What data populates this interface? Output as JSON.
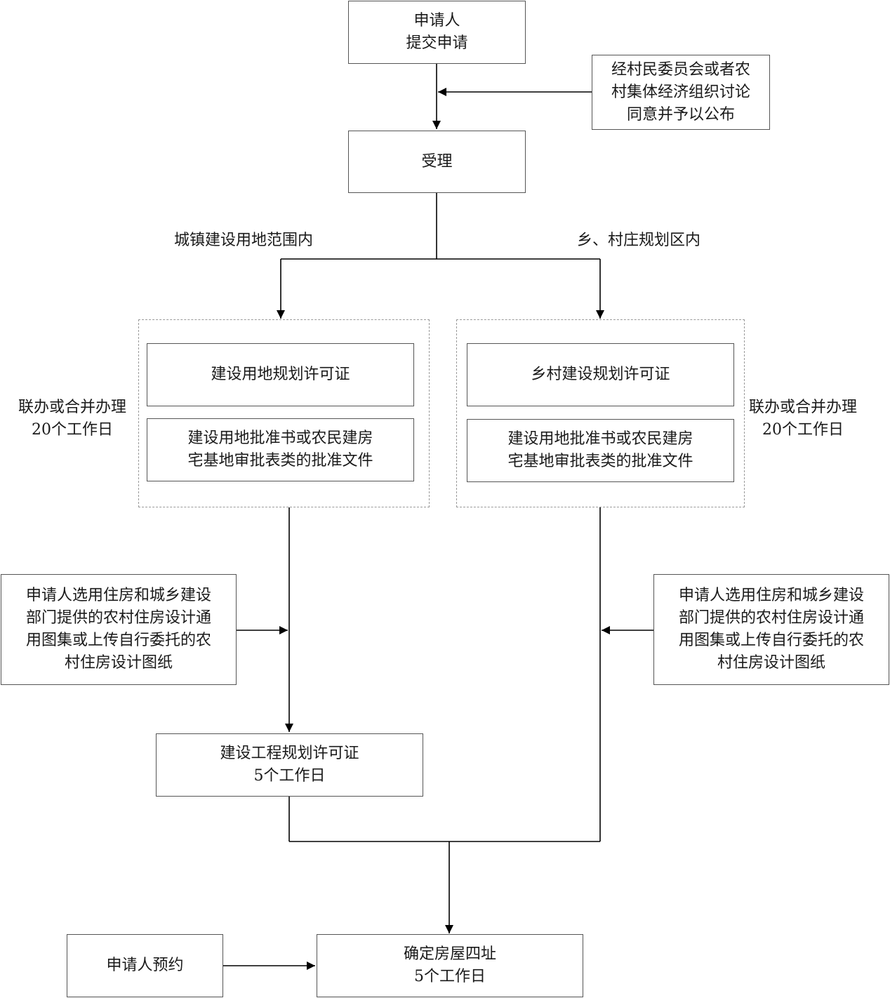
{
  "nodes": {
    "applicant_submit": "申请人\n提交申请",
    "committee_discussion": "经村民委员会或者农\n村集体经济组织讨论\n同意并予以公布",
    "accept": "受理",
    "left_permit": "建设用地规划许可证",
    "left_approval": "建设用地批准书或农民建房\n宅基地审批表类的批准文件",
    "right_permit": "乡村建设规划许可证",
    "right_approval": "建设用地批准书或农民建房\n宅基地审批表类的批准文件",
    "left_design": "申请人选用住房和城乡建设\n部门提供的农村住房设计通\n用图集或上传自行委托的农\n村住房设计图纸",
    "right_design": "申请人选用住房和城乡建设\n部门提供的农村住房设计通\n用图集或上传自行委托的农\n村住房设计图纸",
    "engineering_permit": "建设工程规划许可证\n5个工作日",
    "applicant_appointment": "申请人预约",
    "confirm_address": "确定房屋四址\n5个工作日"
  },
  "labels": {
    "left_branch": "城镇建设用地范围内",
    "right_branch": "乡、村庄规划区内",
    "left_joint": "联办或合并办理\n20个工作日",
    "right_joint": "联办或合并办理\n20个工作日"
  }
}
